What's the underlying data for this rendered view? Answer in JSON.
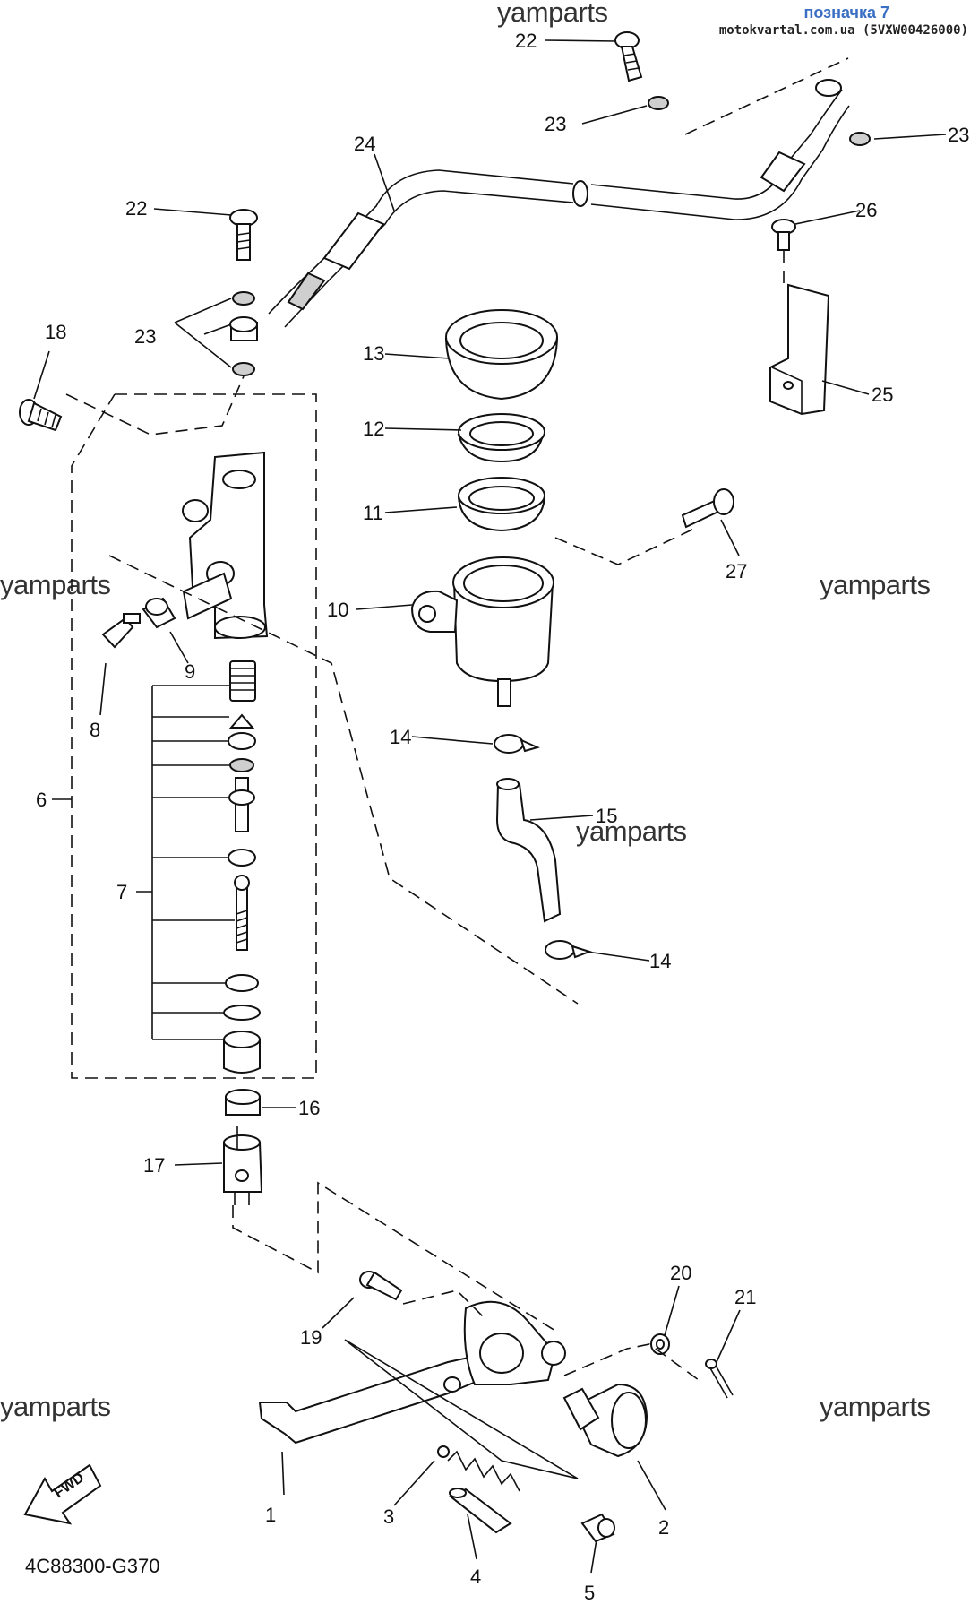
{
  "header": {
    "site_mark": "позначка 7",
    "site_ref": "motokvartal.com.ua (5VXW00426000)"
  },
  "watermark": "yamparts",
  "diagram_code": "4C88300-G370",
  "fwd_label": "FWD",
  "callouts": [
    "1",
    "2",
    "3",
    "4",
    "5",
    "6",
    "7",
    "8",
    "9",
    "10",
    "11",
    "12",
    "13",
    "14",
    "14",
    "15",
    "16",
    "17",
    "18",
    "19",
    "20",
    "21",
    "22",
    "22",
    "23",
    "23",
    "23",
    "24",
    "25",
    "26",
    "27"
  ]
}
